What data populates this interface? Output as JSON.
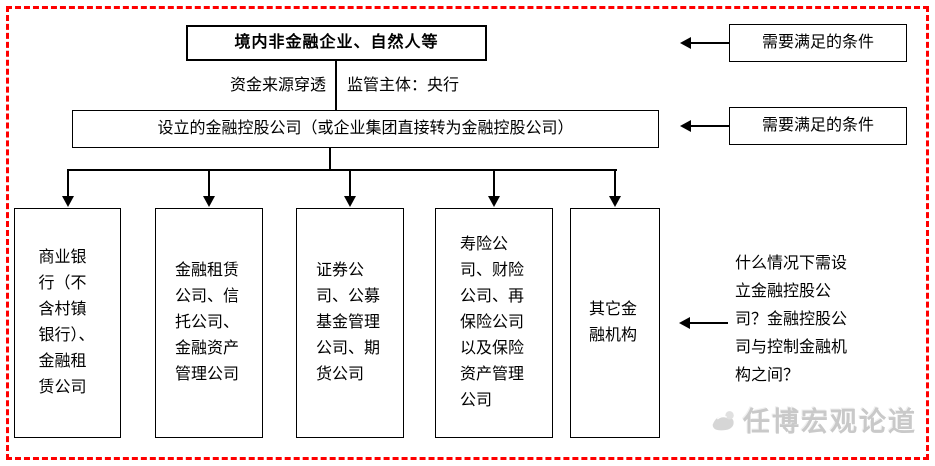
{
  "diagram": {
    "top_box": {
      "label": "境内非金融企业、自然人等"
    },
    "connector_labels": {
      "left": "资金来源穿透",
      "right": "监管主体：央行"
    },
    "holding_box": {
      "label": "设立的金融控股公司（或企业集团直接转为金融控股公司）"
    },
    "notes": {
      "condition_top": "需要满足的条件",
      "condition_mid": "需要满足的条件",
      "question": "什么情况下需设立金融控股公司？金融控股公司与控制金融机构之间？"
    },
    "subsidiaries": [
      {
        "label": "商业银行（不含村镇银行）、金融租赁公司"
      },
      {
        "label": "金融租赁公司、信托公司、金融资产管理公司"
      },
      {
        "label": "证券公司、公募基金管理公司、期货公司"
      },
      {
        "label": "寿险公司、财险公司、再保险公司以及保险资产管理公司"
      },
      {
        "label": "其它金融机构"
      }
    ],
    "watermark": {
      "text": "任博宏观论道"
    }
  },
  "colors": {
    "frame": "#ff0000",
    "line": "#000000",
    "watermark": "#c9c9c9"
  }
}
